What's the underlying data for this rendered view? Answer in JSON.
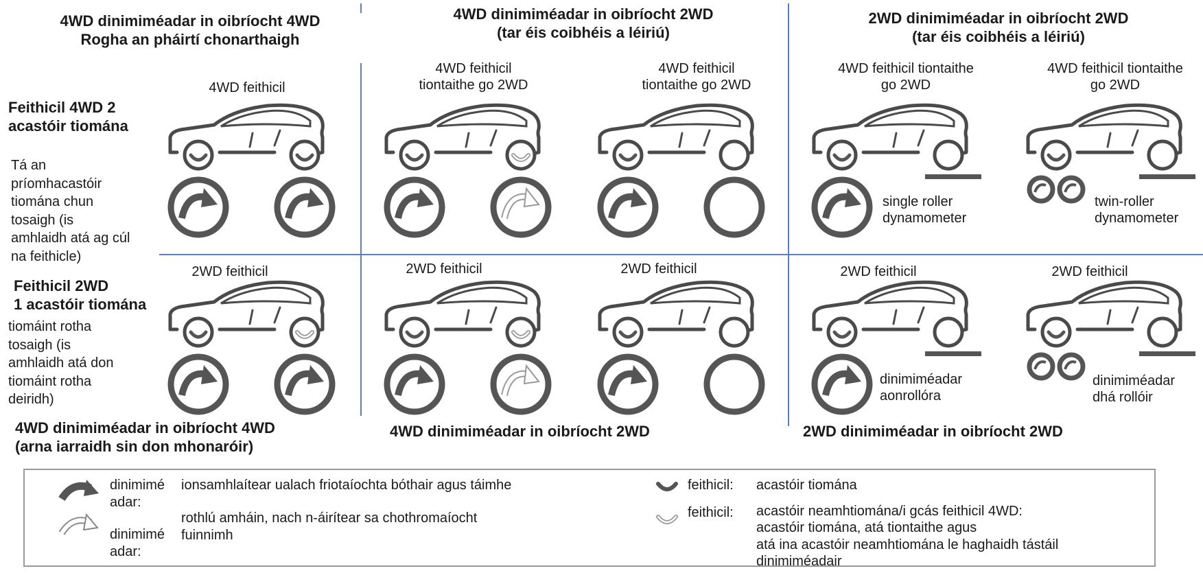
{
  "colors": {
    "divider": "#5a7fc0",
    "dark": "#4a4a4a",
    "wheel": "#555555",
    "light": "#b0b0b0"
  },
  "headers": {
    "col1": "4WD dinimiméadar in oibríocht 4WD\nRogha an pháirtí chonarthaigh",
    "col2": "4WD dinimiméadar in oibríocht 2WD\n(tar éis coibhéis a léiriú)",
    "col3": "2WD dinimiméadar in oibríocht 2WD\n(tar éis coibhéis a léiriú)"
  },
  "row_labels": {
    "row1_title": "Feithicil 4WD 2\nacastóir tiomána",
    "row1_desc": "Tá an\npríomhacastóir\ntiomána chun\ntosaigh (is\namhlaidh atá ag cúl\nna feithicle)",
    "row2_title": "Feithicil 2WD\n1 acastóir tiomána",
    "row2_desc": "tiomáint rotha\ntosaigh (is\namhlaidh atá don\ntiomáint rotha\ndeiridh)"
  },
  "vehicle_labels": {
    "r1c1": "4WD feithicil",
    "r1c2": "4WD feithicil\ntiontaithe go 2WD",
    "r1c3": "4WD feithicil\ntiontaithe go 2WD",
    "r1c4": "4WD feithicil tiontaithe\ngo 2WD",
    "r1c5": "4WD feithicil tiontaithe\ngo 2WD",
    "r2c1": "2WD feithicil",
    "r2c2": "2WD feithicil",
    "r2c3": "2WD feithicil",
    "r2c4": "2WD feithicil",
    "r2c5": "2WD feithicil"
  },
  "dyno_labels": {
    "r1_single": "single roller\ndynamometer",
    "r1_twin": "twin-roller\ndynamometer",
    "r2_single": "dinimiméadar\naonrollóra",
    "r2_twin": "dinimiméadar\ndhá rollóir"
  },
  "footers": {
    "col1": "4WD dinimiméadar in oibríocht 4WD\n(arna iarraidh sin don mhonaróir)",
    "col2": "4WD dinimiméadar in oibríocht 2WD",
    "col3": "2WD dinimiméadar in oibríocht 2WD"
  },
  "legend": {
    "dark_label": "dinimimé\nadar:",
    "dark_desc": "ionsamhlaítear ualach friotaíochta bóthair agus táimhe",
    "light_label": "dinimimé\nadar:",
    "light_desc": "rothlú amháin, nach n-áirítear  sa chothromaíocht\nfuinnimh",
    "drive_label": "feithicil:",
    "drive_desc": "acastóir tiomána",
    "nondrive_label": "feithicil:",
    "nondrive_desc": "acastóir neamhtiomána/i gcás feithicil 4WD:\nacastóir tiomána, atá tiontaithe agus\natá ina acastóir neamhtiomána le haghaidh tástáil\ndinimiméadair"
  },
  "icons": [
    "car-icon",
    "dyno-roller-dark-icon",
    "dyno-roller-light-icon",
    "drive-axle-icon",
    "nondrive-axle-icon",
    "free-roller-icon",
    "twin-roller-icon",
    "ground-bar-icon"
  ]
}
